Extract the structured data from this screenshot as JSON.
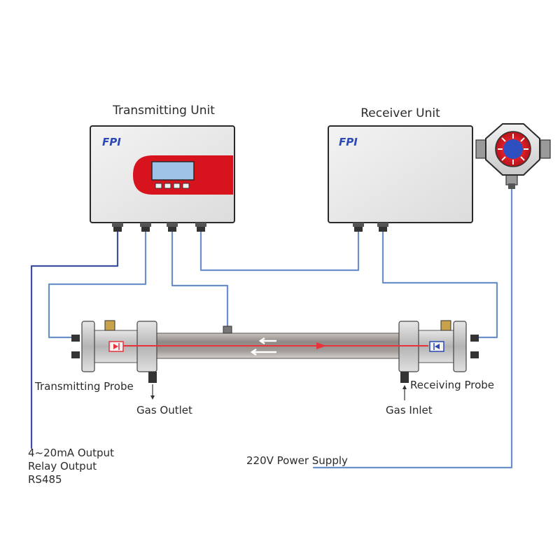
{
  "units": {
    "transmitting_title": "Transmitting Unit",
    "receiver_title": "Receiver Unit",
    "logo_text": "FPI"
  },
  "probes": {
    "transmitting_label": "Transmitting Probe",
    "receiving_label": "Receiving Probe"
  },
  "gas": {
    "outlet_label": "Gas Outlet",
    "inlet_label": "Gas Inlet"
  },
  "outputs": {
    "line1": "4~20mA Output",
    "line2": "Relay Output",
    "line3": "RS485"
  },
  "power": {
    "label": "220V Power Supply"
  },
  "colors": {
    "wire": "#6b8fc9",
    "wire_dark": "#3f4fa0",
    "panel_red": "#d7141e",
    "beam": "#e8323c",
    "logo_blue": "#2d49b3",
    "pipe": "#9a9490"
  }
}
